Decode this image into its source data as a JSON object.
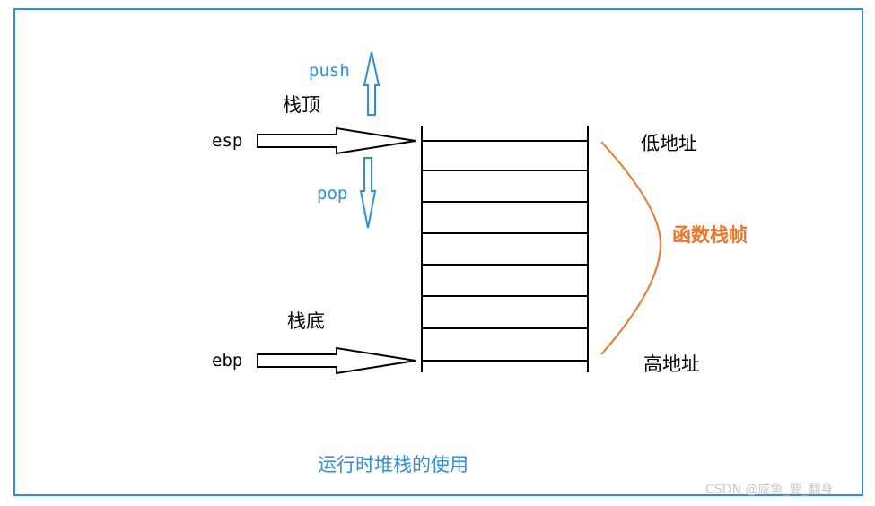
{
  "labels": {
    "push": "push",
    "pop": "pop",
    "stack_top": "栈顶",
    "stack_bottom": "栈底",
    "esp": "esp",
    "ebp": "ebp",
    "low_address": "低地址",
    "high_address": "高地址",
    "function_frame": "函数栈帧",
    "caption": "运行时堆栈的使用"
  },
  "watermark": "CSDN @咸鱼_要_翻身",
  "colors": {
    "frame": "#2e8fd6",
    "blue_text": "#2e8fd6",
    "orange": "#f07428",
    "black": "#000000"
  }
}
